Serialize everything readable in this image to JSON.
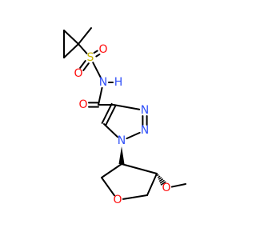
{
  "structure": {
    "atoms": [
      {
        "id": "me1",
        "element": "C",
        "label": ""
      },
      {
        "id": "cp1",
        "element": "C",
        "label": ""
      },
      {
        "id": "cp2",
        "element": "C",
        "label": ""
      },
      {
        "id": "cp3",
        "element": "C",
        "label": ""
      },
      {
        "id": "s",
        "element": "S",
        "label": "S"
      },
      {
        "id": "o_s1",
        "element": "O",
        "label": "O"
      },
      {
        "id": "o_s2",
        "element": "O",
        "label": "O"
      },
      {
        "id": "n_h",
        "element": "N",
        "label": "N"
      },
      {
        "id": "h_n",
        "element": "H",
        "label": "H"
      },
      {
        "id": "c_am",
        "element": "C",
        "label": ""
      },
      {
        "id": "o_am",
        "element": "O",
        "label": "O"
      },
      {
        "id": "c4",
        "element": "C",
        "label": ""
      },
      {
        "id": "n3",
        "element": "N",
        "label": "N"
      },
      {
        "id": "n2",
        "element": "N",
        "label": "N"
      },
      {
        "id": "n1",
        "element": "N",
        "label": "N"
      },
      {
        "id": "c5",
        "element": "C",
        "label": ""
      },
      {
        "id": "thf3",
        "element": "C",
        "label": ""
      },
      {
        "id": "thf4",
        "element": "C",
        "label": ""
      },
      {
        "id": "thf2",
        "element": "C",
        "label": ""
      },
      {
        "id": "thf5",
        "element": "C",
        "label": ""
      },
      {
        "id": "o_ring",
        "element": "O",
        "label": "O"
      },
      {
        "id": "o_me",
        "element": "O",
        "label": "O"
      },
      {
        "id": "me2",
        "element": "C",
        "label": ""
      }
    ],
    "bonds": [
      {
        "from": "me1",
        "to": "cp1",
        "order": 1
      },
      {
        "from": "cp1",
        "to": "cp2",
        "order": 1
      },
      {
        "from": "cp1",
        "to": "cp3",
        "order": 1
      },
      {
        "from": "cp2",
        "to": "cp3",
        "order": 1
      },
      {
        "from": "cp1",
        "to": "s",
        "order": 1
      },
      {
        "from": "s",
        "to": "o_s1",
        "order": 2
      },
      {
        "from": "s",
        "to": "o_s2",
        "order": 2
      },
      {
        "from": "s",
        "to": "n_h",
        "order": 1
      },
      {
        "from": "n_h",
        "to": "c_am",
        "order": 1
      },
      {
        "from": "c_am",
        "to": "o_am",
        "order": 2
      },
      {
        "from": "c_am",
        "to": "c4",
        "order": 1
      },
      {
        "from": "c4",
        "to": "n3",
        "order": 1
      },
      {
        "from": "n3",
        "to": "n2",
        "order": 2
      },
      {
        "from": "n2",
        "to": "n1",
        "order": 1
      },
      {
        "from": "n1",
        "to": "c5",
        "order": 1
      },
      {
        "from": "c5",
        "to": "c4",
        "order": 2
      },
      {
        "from": "n1",
        "to": "thf3",
        "order": 1,
        "stereo": "wedge"
      },
      {
        "from": "thf3",
        "to": "thf4",
        "order": 1
      },
      {
        "from": "thf3",
        "to": "thf2",
        "order": 1
      },
      {
        "from": "thf2",
        "to": "o_ring",
        "order": 1
      },
      {
        "from": "o_ring",
        "to": "thf5",
        "order": 1
      },
      {
        "from": "thf5",
        "to": "thf4",
        "order": 1
      },
      {
        "from": "thf4",
        "to": "o_me",
        "order": 1,
        "stereo": "hash"
      },
      {
        "from": "o_me",
        "to": "me2",
        "order": 1
      }
    ],
    "colors": {
      "carbon_bond": "#000000",
      "O": "#ff0d0d",
      "N": "#3050f8",
      "S": "#c8b400",
      "H": "#3050f8"
    }
  }
}
